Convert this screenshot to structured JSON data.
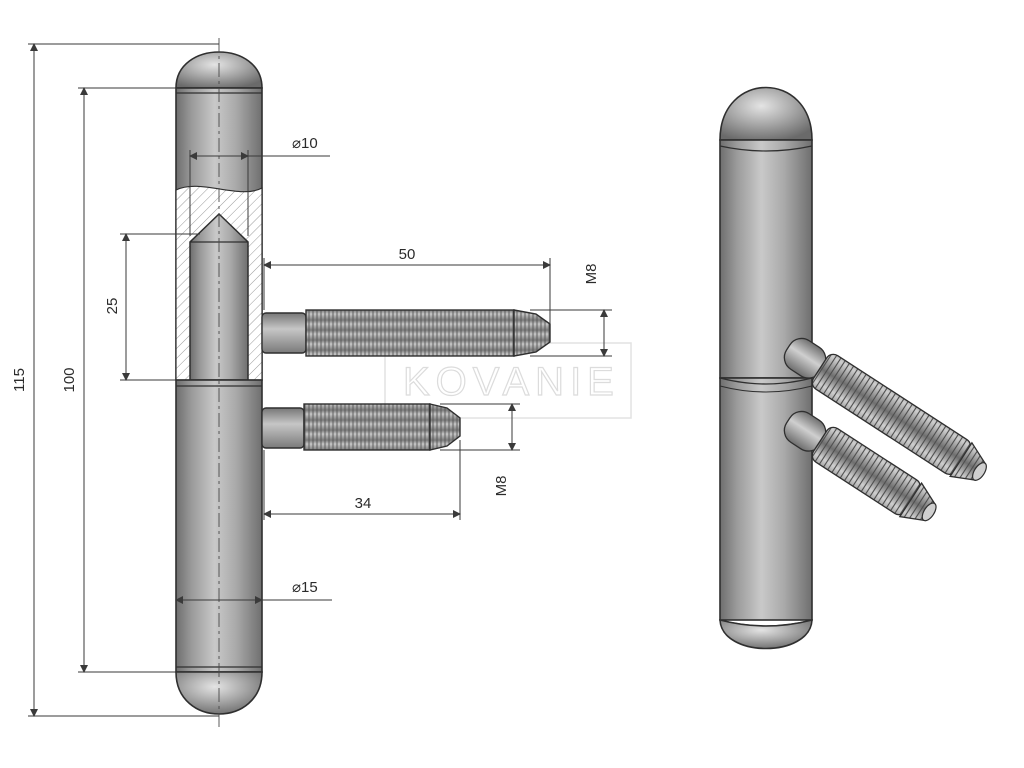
{
  "drawing": {
    "watermark": "KOVANIE",
    "dimensions": {
      "overall_length": "115",
      "pin_span": "100",
      "pin_insert": "25",
      "upper_screw_length": "50",
      "lower_screw_length": "34",
      "upper_thread": "M8",
      "lower_thread": "M8",
      "inner_diameter": "⌀10",
      "outer_diameter": "⌀15"
    }
  },
  "colors": {
    "metal": "#a6a6a6",
    "outline": "#2f2f2f",
    "dimension_line": "#3a3a3a"
  }
}
